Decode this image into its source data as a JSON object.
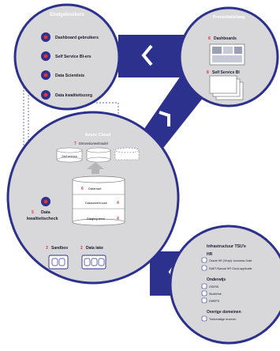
{
  "colors": {
    "navy": "#2b318c",
    "circle_fill": "#d8d8da",
    "circle_stroke": "#2b318c",
    "accent_red": "#e2323b",
    "arrow_grey": "#b5b5b5",
    "white": "#ffffff",
    "text_dark": "#1a1a2e"
  },
  "eindgebruikers": {
    "title": "Eindgebruikers",
    "items": [
      {
        "label": "Dashboard gebruikers",
        "icon": "dashboard-user-icon"
      },
      {
        "label": "Self Service BI-ers",
        "icon": "self-service-icon"
      },
      {
        "label": "Data Scientists",
        "icon": "data-scientist-icon"
      },
      {
        "label": "Data kwaliteitszorg",
        "icon": "data-quality-icon"
      }
    ]
  },
  "presentatielaag": {
    "title": "Presentatielaag",
    "dashboards": {
      "number": "8",
      "label": "Dashboards"
    },
    "self_service": {
      "number": "8",
      "label": "Self Service BI"
    }
  },
  "azure": {
    "title": "Azure Cloud",
    "dimensional_model": {
      "number": "7",
      "label": "Dimensioneelmodel"
    },
    "cylinders": [
      "Self service",
      "",
      ""
    ],
    "datamart": {
      "number": "6",
      "label": "Datamart"
    },
    "datawarehouse": {
      "label": "Datawarehouse",
      "number": "4"
    },
    "staging": {
      "label": "Staging area",
      "number": "4"
    },
    "data_quality": {
      "number": "5",
      "label_line1": "Data",
      "label_line2": "kwaliteitscheck"
    },
    "sandbox": {
      "number": "3",
      "label": "Sandbox"
    },
    "datalake": {
      "number": "2",
      "label": "Data lake"
    }
  },
  "infrastructuur": {
    "title": "Infrastructuur TSU'e",
    "groups": [
      {
        "title": "HR",
        "items": [
          "Oracle HR (Vhxpl): business.Suite",
          "RAET/Sanoal HR Cloud applicatie"
        ]
      },
      {
        "title": "Onderwijs",
        "items": [
          "OSIRIS",
          "Studielink",
          "DWEPS"
        ]
      },
      {
        "title": "Overige domeinen",
        "items": [
          "Toekomstige bronnen"
        ]
      }
    ]
  }
}
